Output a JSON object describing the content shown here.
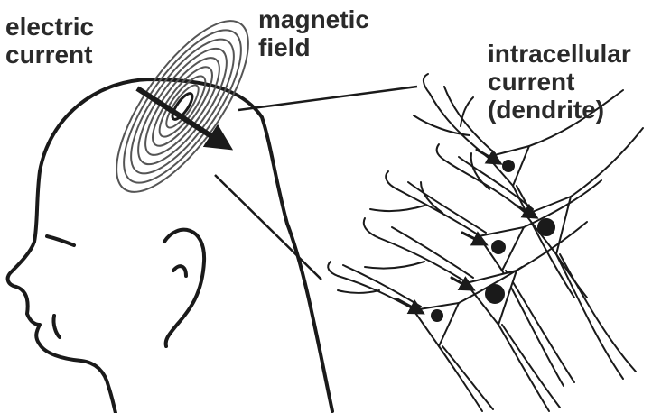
{
  "labels": {
    "electric_current": [
      "electric",
      "current"
    ],
    "magnetic_field": [
      "magnetic",
      "field"
    ],
    "intracellular_current": [
      "intracellular",
      "current",
      "(dendrite)"
    ]
  },
  "colors": {
    "ink": "#1a1a1a",
    "field_rings": "#555555",
    "text": "#2a2a2a",
    "background": "#ffffff"
  },
  "icons": {
    "head": "head-outline-icon",
    "field": "magnetic-field-rings-icon",
    "current_arrow": "electric-current-arrow-icon",
    "neurons": "pyramidal-neuron-icon"
  }
}
